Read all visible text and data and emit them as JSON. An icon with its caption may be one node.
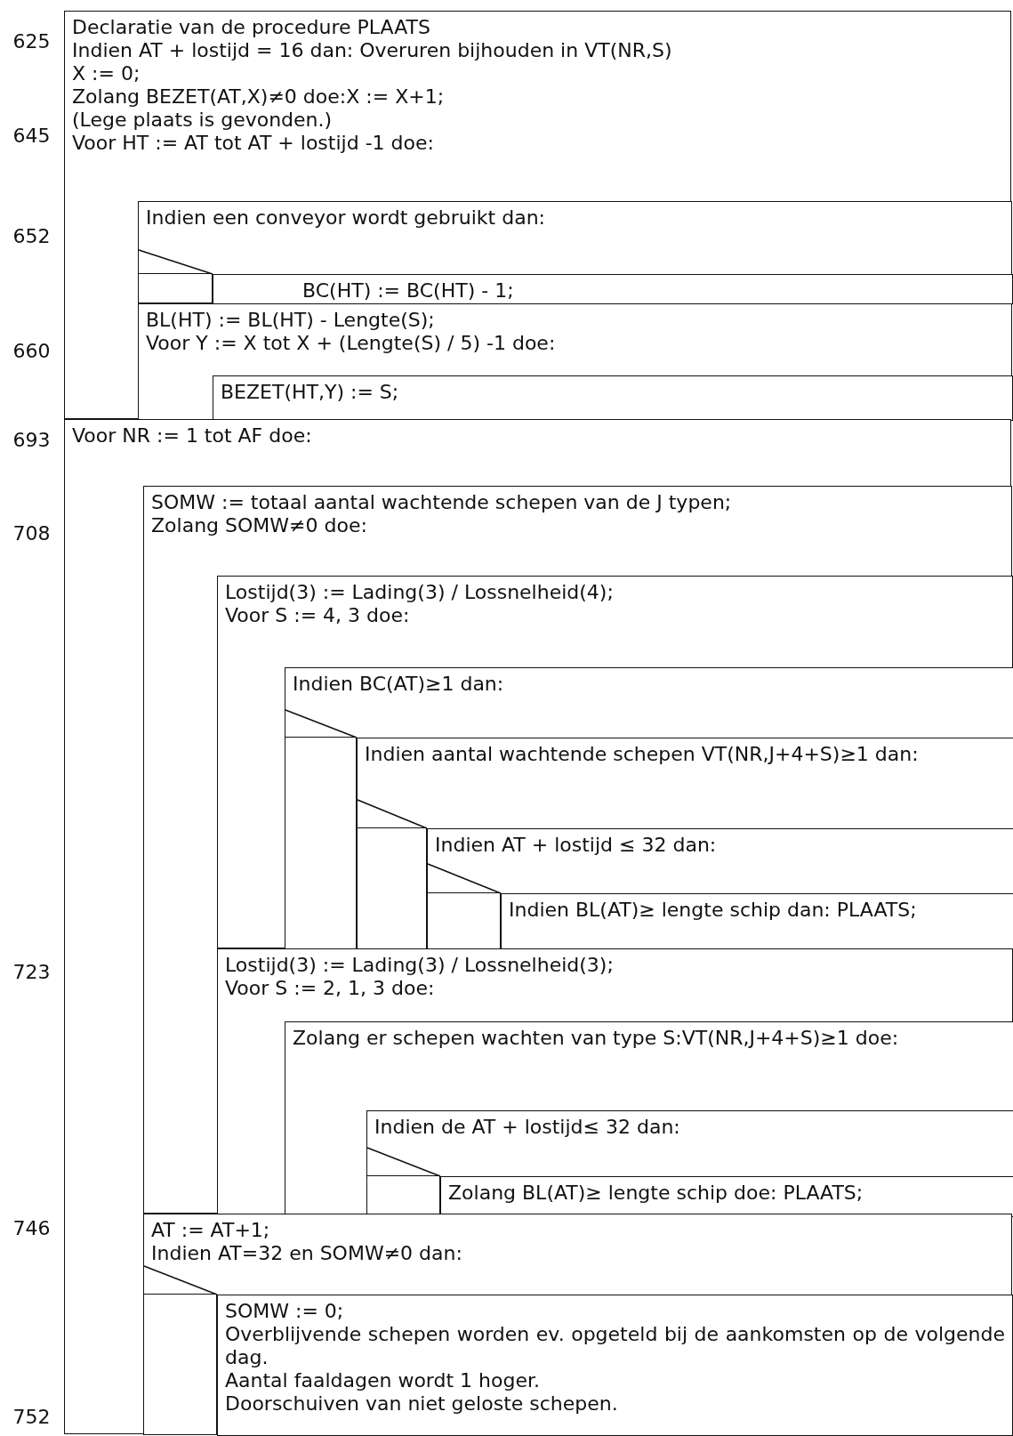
{
  "diagram": {
    "nodes": [
      {
        "text": [
          "Declaratie van de procedure PLAATS",
          "Indien AT + lostijd = 16 dan: Overuren bijhouden in VT(NR,S)",
          "X := 0;",
          "Zolang BEZET(AT,X)≠0 doe:X := X+1;",
          "(Lege plaats is gevonden.)",
          "Voor HT := AT tot AT + lostijd -1 doe:"
        ]
      },
      {
        "text": [
          "Indien een conveyor wordt gebruikt dan:"
        ],
        "in": 0
      },
      {
        "text": [
          "BC(HT) := BC(HT) - 1;"
        ],
        "in": 1
      },
      {
        "text": [
          "BL(HT) := BL(HT) - Lengte(S);",
          "Voor Y := X tot X + (Lengte(S) / 5) -1 doe:"
        ],
        "in": 0
      },
      {
        "text": [
          "BEZET(HT,Y) := S;"
        ],
        "in": 3
      },
      {
        "text": [
          "Voor NR := 1 tot AF doe:"
        ]
      },
      {
        "text": [
          "SOMW := totaal aantal wachtende schepen van de J typen;",
          "Zolang SOMW≠0 doe:"
        ],
        "in": 5
      },
      {
        "text": [
          "Lostijd(3) := Lading(3) / Lossnelheid(4);",
          "Voor S := 4, 3 doe:"
        ],
        "in": 6
      },
      {
        "text": [
          "Indien BC(AT)≥1 dan:"
        ],
        "in": 7
      },
      {
        "text": [
          "Indien aantal wachtende schepen VT(NR,J+4+S)≥1 dan:"
        ],
        "in": 8
      },
      {
        "text": [
          "Indien AT + lostijd ≤ 32 dan:"
        ],
        "in": 9
      },
      {
        "text": [
          "Indien BL(AT)≥ lengte schip dan: PLAATS;"
        ],
        "in": 10
      },
      {
        "text": [
          "Lostijd(3) := Lading(3) / Lossnelheid(3);",
          "Voor S := 2, 1, 3 doe:"
        ],
        "in": 6
      },
      {
        "text": [
          "Zolang er schepen wachten van type S:VT(NR,J+4+S)≥1 doe:"
        ],
        "in": 12
      },
      {
        "text": [
          "Indien de AT + lostijd≤ 32 dan:"
        ],
        "in": 13
      },
      {
        "text": [
          "Zolang BL(AT)≥ lengte schip doe: PLAATS;"
        ],
        "in": 14
      },
      {
        "text": [
          "AT := AT+1;",
          "Indien AT=32 en SOMW≠0 dan:"
        ],
        "in": 5
      },
      {
        "text": [
          "SOMW := 0;",
          "Overblijvende schepen worden ev. opgeteld bij de aankomsten op de volgende dag.",
          "Aantal faaldagen wordt 1 hoger.",
          "Doorschuiven van niet geloste schepen."
        ],
        "in": 16
      }
    ],
    "labels": [
      "625",
      "645",
      "652",
      "660",
      "693",
      "708",
      "723",
      "746",
      "752"
    ]
  }
}
